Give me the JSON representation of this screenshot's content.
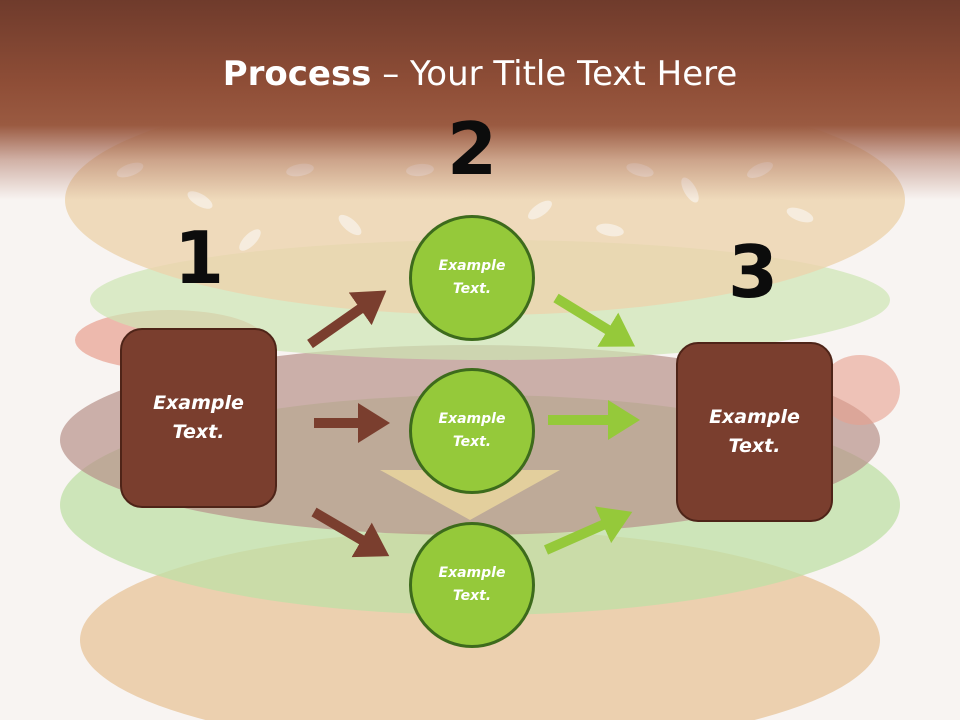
{
  "title": {
    "bold": "Process",
    "rest": " – Your Title Text Here"
  },
  "steps": {
    "one": "1",
    "two": "2",
    "three": "3"
  },
  "left_box": "Example\nText.",
  "right_box": "Example\nText.",
  "circles": [
    "Example\nText.",
    "Example\nText.",
    "Example\nText."
  ],
  "colors": {
    "header": "#8f4e37",
    "box": "#7a3e2e",
    "circle": "#95c93a",
    "arrow_brown": "#7a3e2e",
    "arrow_green": "#95c93a"
  },
  "background_image": "hamburger"
}
